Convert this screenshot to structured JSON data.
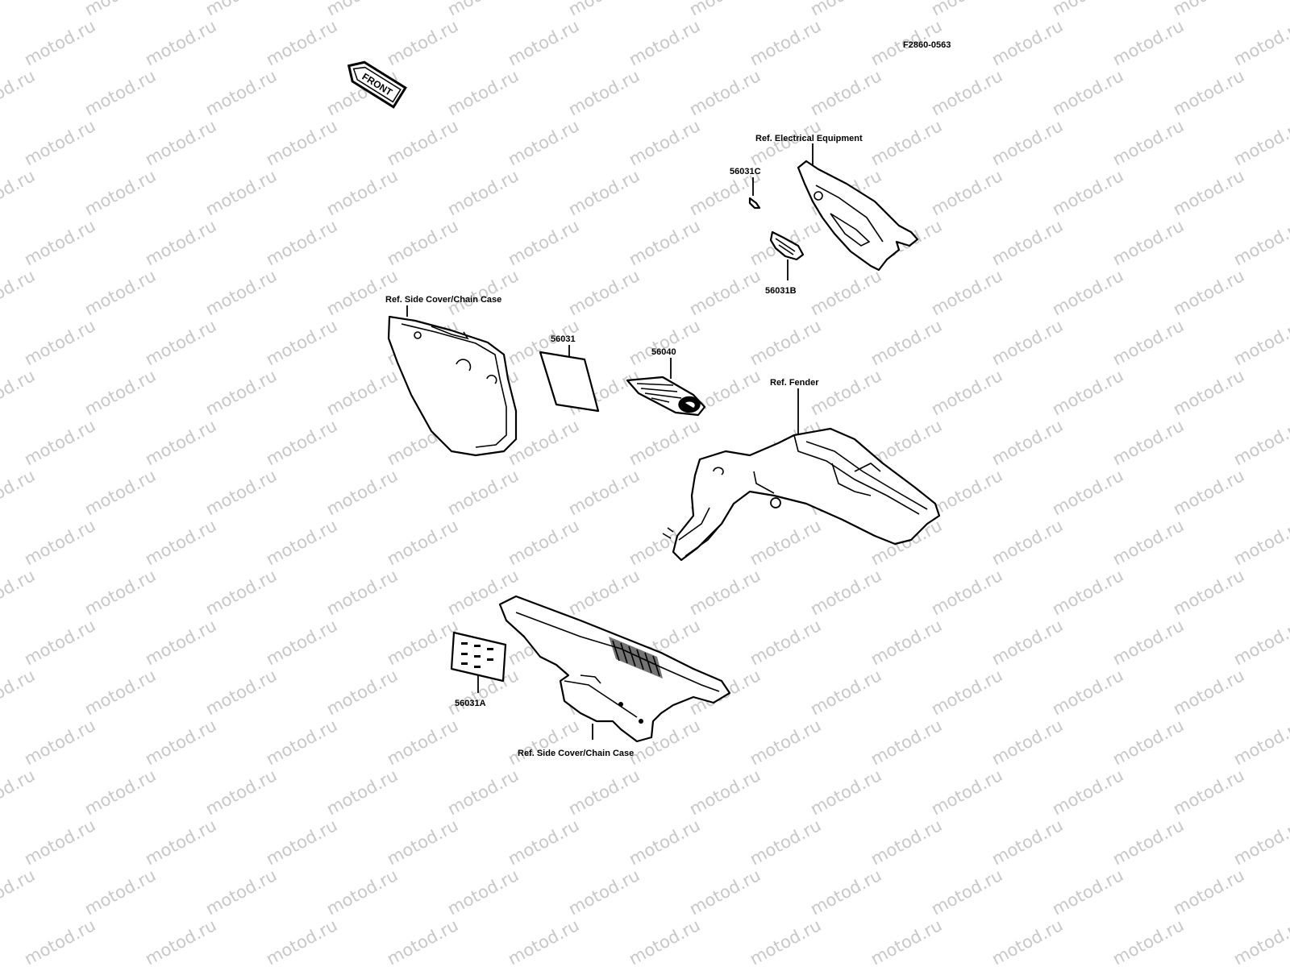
{
  "diagram_code": "F2860-0563",
  "front_badge": "FRONT",
  "watermark": "motod.ru",
  "labels": {
    "ref_electrical": "Ref. Electrical Equipment",
    "ref_side_cover_top": "Ref. Side Cover/Chain Case",
    "ref_fender": "Ref. Fender",
    "ref_side_cover_bottom": "Ref. Side Cover/Chain Case"
  },
  "parts": {
    "p56031": "56031",
    "p56031a": "56031A",
    "p56031b": "56031B",
    "p56031c": "56031C",
    "p56040": "56040"
  }
}
